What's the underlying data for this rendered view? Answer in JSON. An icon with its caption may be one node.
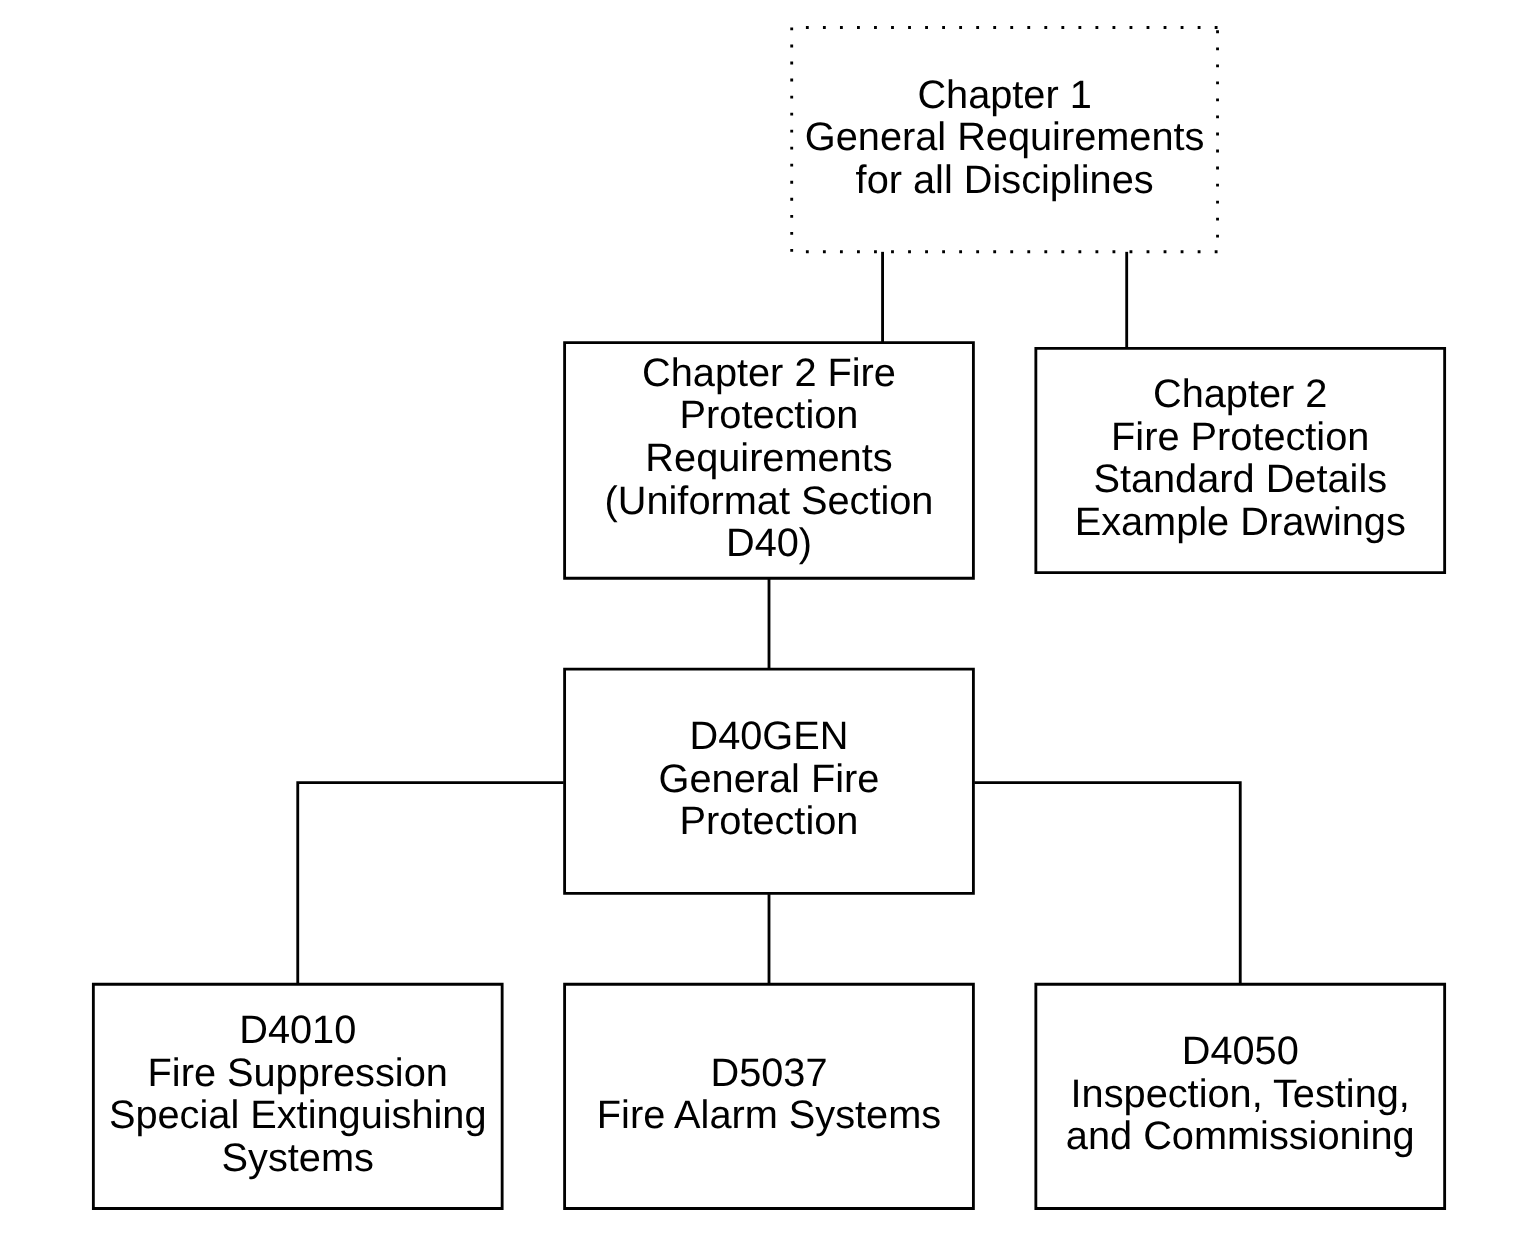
{
  "diagram": {
    "nodes": [
      {
        "text": [
          "Chapter 1",
          "General Requirements for all Disciplines"
        ]
      },
      {
        "text": [
          "Chapter 2 Fire Protection Requirements (Uniformat Section D40)"
        ]
      },
      {
        "text": [
          "Chapter 2",
          "Fire Protection Standard Details Example Drawings"
        ]
      },
      {
        "text": [
          "D40GEN",
          "General Fire Protection"
        ]
      },
      {
        "text": [
          "D4010",
          "Fire Suppression Special Extinguishing Systems"
        ]
      },
      {
        "text": [
          "D5037",
          "Fire Alarm Systems"
        ]
      },
      {
        "text": [
          "D4050",
          "Inspection, Testing, and Commissioning"
        ]
      }
    ],
    "edges": [
      {
        "from": 0,
        "to": 1,
        "arrow": "none"
      },
      {
        "from": 0,
        "to": 2,
        "arrow": "none"
      },
      {
        "from": 1,
        "to": 3,
        "arrow": "none"
      },
      {
        "from": 3,
        "to": 4,
        "arrow": "none"
      },
      {
        "from": 3,
        "to": 5,
        "arrow": "none"
      },
      {
        "from": 3,
        "to": 6,
        "arrow": "none"
      }
    ]
  }
}
